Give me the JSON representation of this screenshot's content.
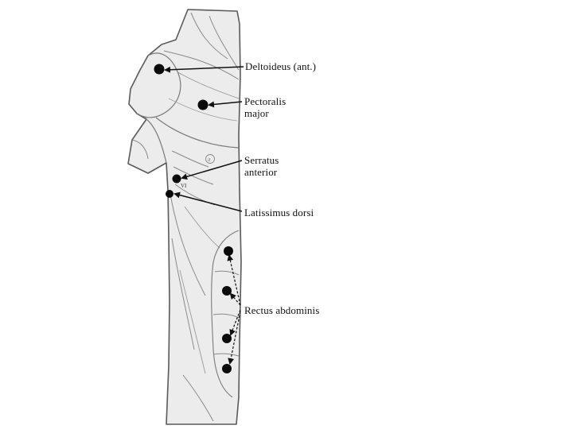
{
  "figure": {
    "labels": {
      "deltoideus": [
        "Deltoideus (ant.)"
      ],
      "pectoralis": [
        "Pectoralis",
        "major"
      ],
      "serratus": [
        "Serratus",
        "anterior"
      ],
      "latissimus": [
        "Latissimus dorsi"
      ],
      "rectus": [
        "Rectus abdominis"
      ]
    },
    "annotations": {
      "circle_glyph": "a",
      "small_mark": "VI"
    },
    "colors": {
      "skin": "#ececec",
      "outline": "#5a5a5a",
      "line": "#888888",
      "marker": "#0a0a0a"
    }
  }
}
